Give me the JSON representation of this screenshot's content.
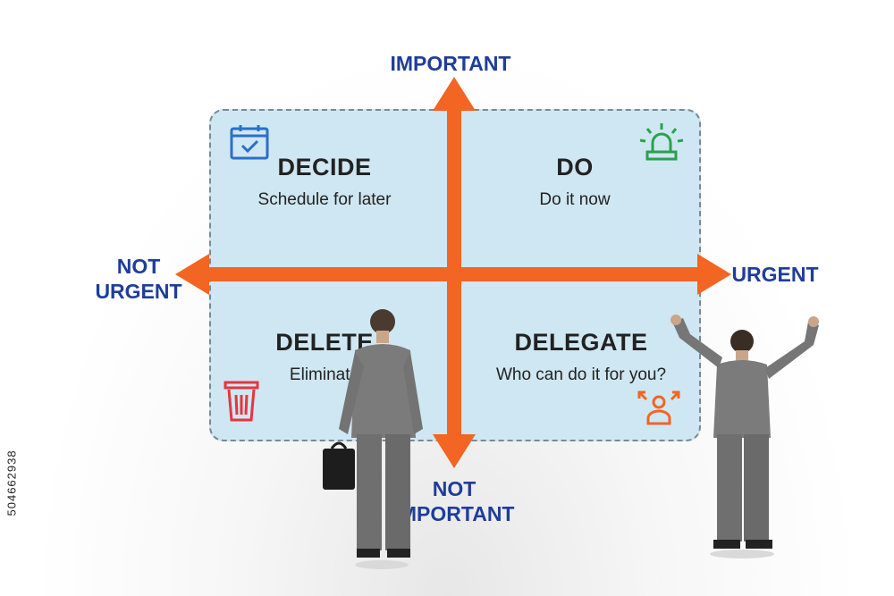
{
  "quadrants": {
    "decide": {
      "title": "DECIDE",
      "subtitle": "Schedule for later"
    },
    "do": {
      "title": "DO",
      "subtitle": "Do it now"
    },
    "delete": {
      "title": "DELETE",
      "subtitle": "Eliminate"
    },
    "delegate": {
      "title": "DELEGATE",
      "subtitle": "Who can do it for you?"
    }
  },
  "axes": {
    "top": "IMPORTANT",
    "bottom_line1": "NOT",
    "bottom_line2": "IMPORTANT",
    "left_line1": "NOT",
    "left_line2": "URGENT",
    "right": "URGENT"
  },
  "stock_id": "504662938",
  "icons": {
    "decide": "calendar-check-icon",
    "do": "alarm-siren-icon",
    "delete": "trash-bin-icon",
    "delegate": "delegate-person-icon"
  },
  "colors": {
    "arrow": "#f26522",
    "board": "#cfe7f2",
    "axis_text": "#1f3d9a",
    "calendar_icon": "#2a6fc9",
    "siren_icon": "#2aa24a",
    "trash_icon": "#e8343f",
    "delegate_icon": "#f26522"
  }
}
